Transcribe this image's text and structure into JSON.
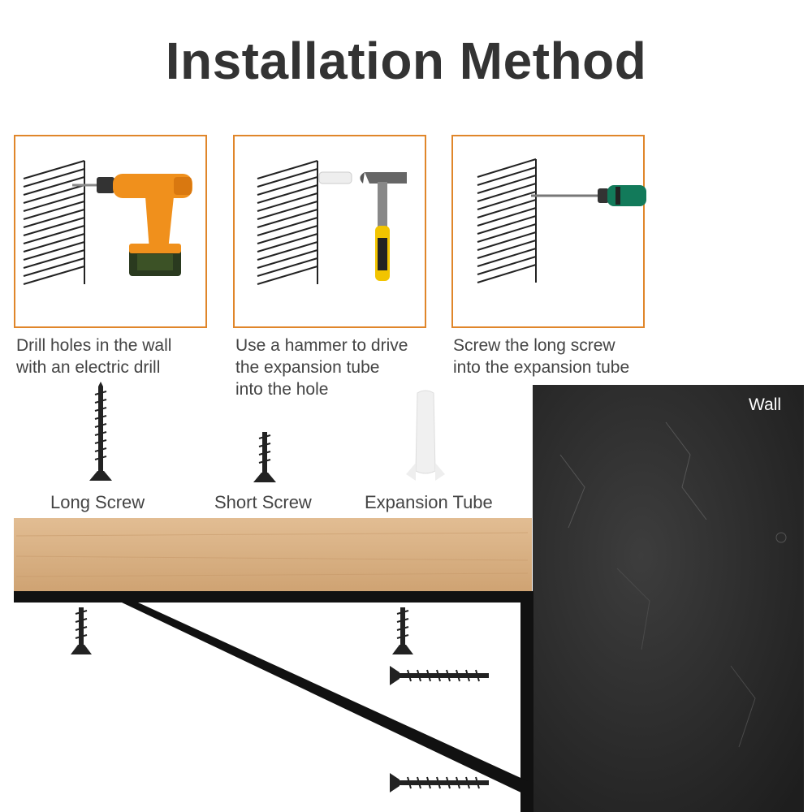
{
  "title": "Installation Method",
  "steps": [
    {
      "text": "Drill holes in the wall\nwith an electric drill",
      "icon": "electric-drill"
    },
    {
      "text": "Use a hammer to drive\nthe expansion tube\ninto the hole",
      "icon": "hammer"
    },
    {
      "text": "Screw the long screw\ninto the expansion tube",
      "icon": "screwdriver"
    }
  ],
  "parts": {
    "long_screw": "Long Screw",
    "short_screw": "Short Screw",
    "expansion_tube": "Expansion Tube"
  },
  "wall_label": "Wall",
  "colors": {
    "accent_orange": "#e0862a",
    "wood": "#dcb58a",
    "wall_dark": "#2b2b2b",
    "bracket": "#111111"
  }
}
